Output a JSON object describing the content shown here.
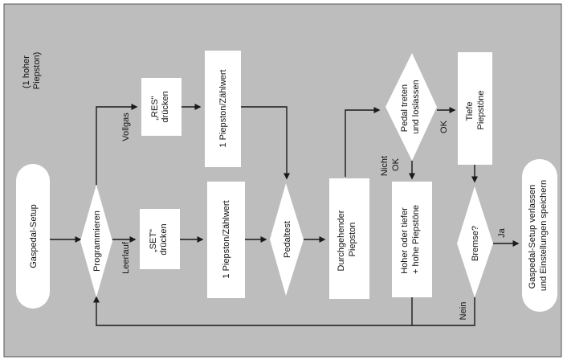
{
  "diagram": {
    "note": [
      "(1 hoher",
      "Piepston)"
    ],
    "nodes": {
      "setup": [
        "Gaspedal-Setup"
      ],
      "programmieren": [
        "Programmieren"
      ],
      "res": [
        "„RES\"",
        "drücken"
      ],
      "set": [
        "„SET\"",
        "drücken"
      ],
      "piep_top": [
        "1 Piepston/Zählwert"
      ],
      "piep_mid": [
        "1 Piepston/Zählwert"
      ],
      "pedaltest": [
        "Pedaltest"
      ],
      "durchgehend": [
        "Durchgehender",
        "Piepston"
      ],
      "pedal": [
        "Pedal treten",
        "und loslassen"
      ],
      "tiefe": [
        "Tiefe",
        "Piepstöne"
      ],
      "hoher": [
        "Hoher oder tiefer",
        "+ hohe Piepstöne"
      ],
      "bremse": [
        "Bremse?"
      ],
      "verlassen": [
        "Gaspedal-Setup verlassen",
        "und Einstellungen speichern"
      ]
    },
    "edge_labels": {
      "vollgas": "Vollgas",
      "leerlauf": "Leerlauf",
      "ok": "OK",
      "nicht_ok": [
        "Nicht",
        "OK"
      ],
      "ja": "Ja",
      "nein": "Nein"
    }
  }
}
